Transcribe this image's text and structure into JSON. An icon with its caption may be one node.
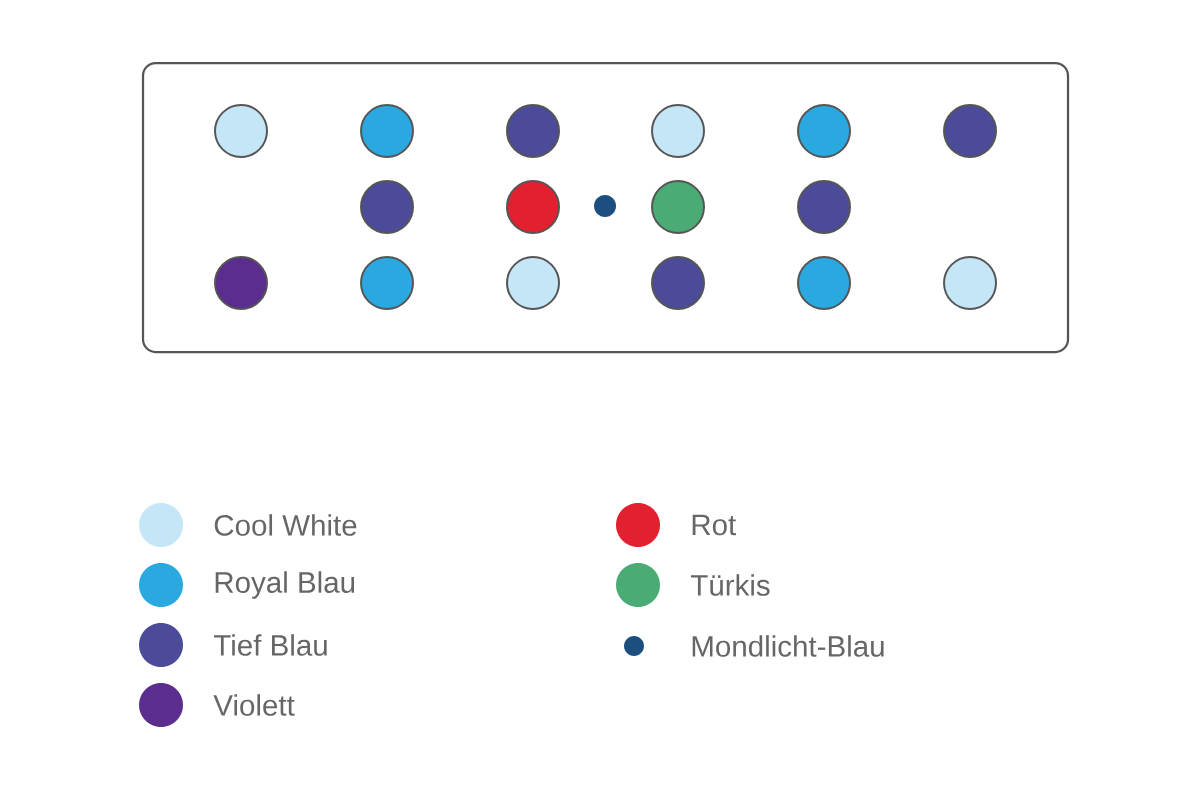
{
  "diagram": {
    "legend": [
      {
        "text": "Cool White",
        "color": "#c5e6f7"
      },
      {
        "text": "Royal Blau",
        "color": "#2aa8e0"
      },
      {
        "text": "Tief Blau",
        "color": "#4b4b9a"
      },
      {
        "text": "Violett",
        "color": "#5b2d8e"
      },
      {
        "text": "Rot",
        "color": "#e3202f"
      },
      {
        "text": "Türkis",
        "color": "#4aab74"
      },
      {
        "text": "Mondlicht-Blau",
        "color": "#1d4e80"
      }
    ]
  }
}
